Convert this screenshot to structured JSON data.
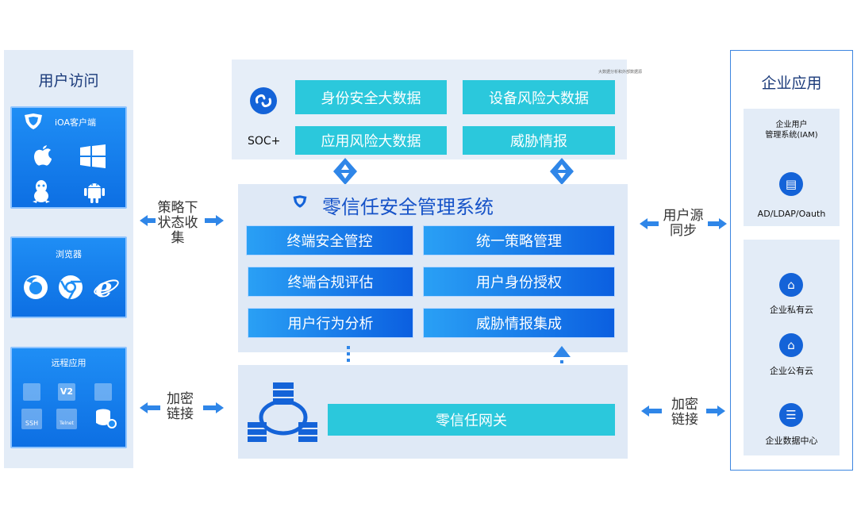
{
  "left": {
    "title": "用户访问",
    "card1": {
      "label": "iOA客户端"
    },
    "card2": {
      "label": "浏览器"
    },
    "card3": {
      "label": "远程应用",
      "ssh": "SSH",
      "telnet": "Telnet"
    }
  },
  "soc": {
    "note": "大数据分析和外部数据源",
    "label": "SOC+",
    "items": [
      "身份安全大数据",
      "设备风险大数据",
      "应用风险大数据",
      "威胁情报"
    ]
  },
  "zt": {
    "title": "零信任安全管理系统",
    "items": [
      "终端安全管控",
      "统一策略管理",
      "终端合规评估",
      "用户身份授权",
      "用户行为分析",
      "威胁情报集成"
    ]
  },
  "gateway": {
    "label": "零信任网关"
  },
  "arrows": {
    "left_top": [
      "策略下",
      "状态收",
      "集"
    ],
    "left_bottom": [
      "加密",
      "链接"
    ],
    "right_top": [
      "用户源",
      "同步"
    ],
    "right_bottom": [
      "加密",
      "链接"
    ]
  },
  "right": {
    "title": "企业应用",
    "iam": [
      "企业用户",
      "管理系统(IAM)"
    ],
    "ldap": "AD/LDAP/Oauth",
    "private_cloud": "企业私有云",
    "public_cloud": "企业公有云",
    "datacenter": "企业数据中心"
  }
}
